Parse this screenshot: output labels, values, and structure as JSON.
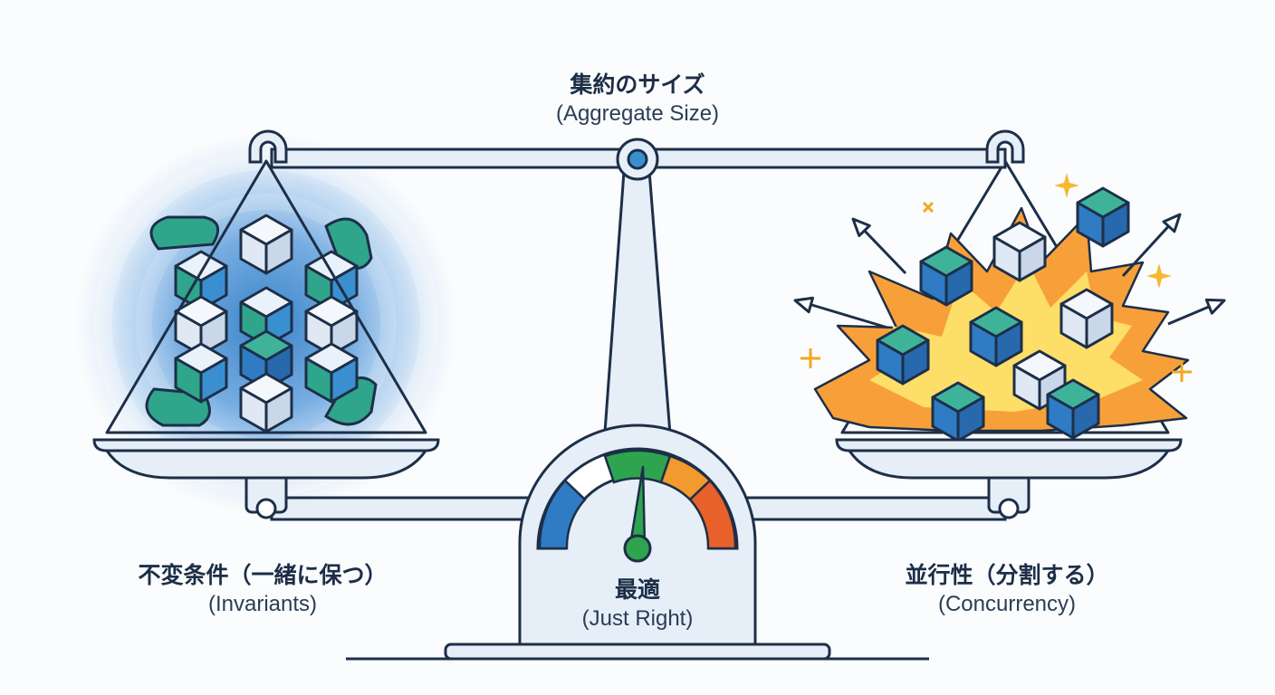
{
  "title": {
    "jp": "集約のサイズ",
    "en": "(Aggregate Size)"
  },
  "left_side": {
    "jp": "不変条件（一緒に保つ）",
    "en": "(Invariants)"
  },
  "right_side": {
    "jp": "並行性（分割する）",
    "en": "(Concurrency)"
  },
  "center": {
    "jp": "最適",
    "en": "(Just Right)"
  },
  "gauge": {
    "needle_state": "green (optimal)",
    "segments": [
      "blue",
      "green",
      "orange",
      "red"
    ]
  },
  "colors": {
    "outline": "#1d2f48",
    "scale_fill": "#e6eef8",
    "teal": "#2fa58c",
    "blue": "#2f7bc4",
    "green": "#2ea44f",
    "orange": "#f29a2e",
    "red": "#e8602a",
    "glow": "#3b87d6"
  }
}
